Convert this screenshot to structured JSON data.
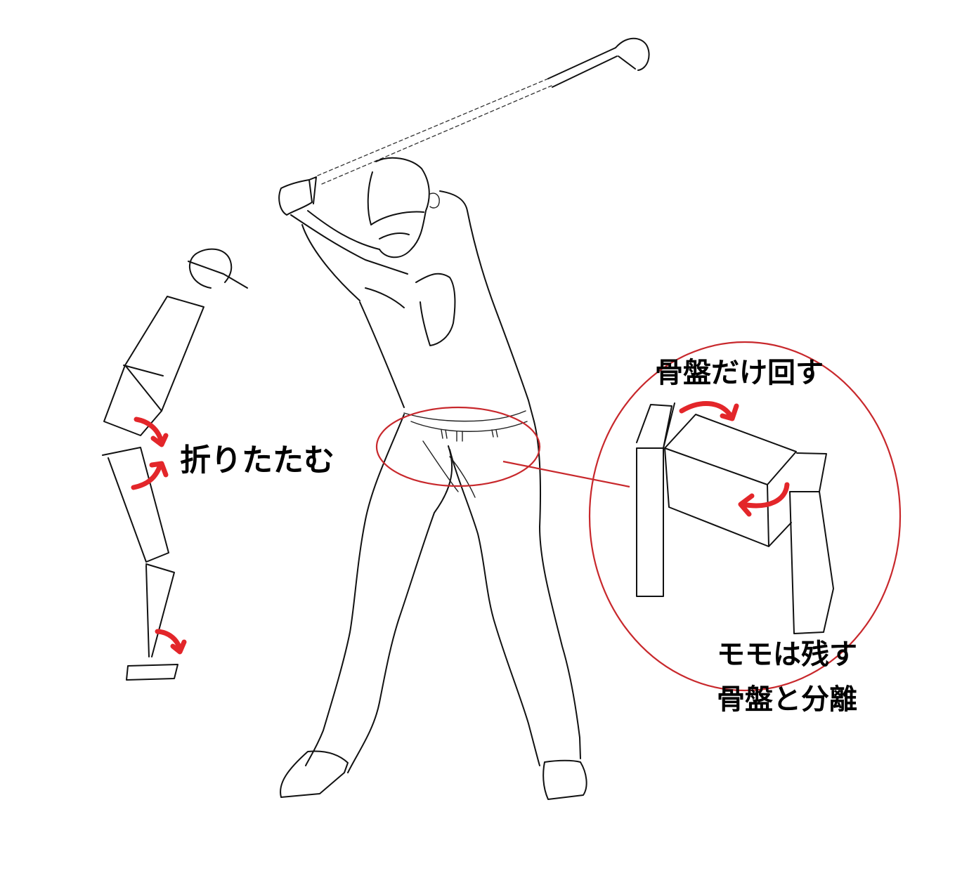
{
  "figure": {
    "type": "golf swing instructional sketch",
    "background": "#ffffff",
    "ink_color": "#111111",
    "annotation_color": "#e3262a",
    "circle_color": "#c8282c"
  },
  "labels": {
    "fold": "折りたたむ",
    "rotate_pelvis_only": "骨盤だけ回す",
    "keep_thighs": "モモは残す",
    "separate_from_pelvis": "骨盤と分離"
  },
  "elements": {
    "stick_figure": {
      "description": "side-view segmented stick figure folding at hip, knee and ankle",
      "arrows": [
        "hip-fold-arrow",
        "knee-fold-arrow",
        "ankle-fold-arrow"
      ]
    },
    "golfer": {
      "description": "line drawing of golfer at top of backswing, club raised over right shoulder"
    },
    "hip_highlight": {
      "shape": "ellipse",
      "description": "red ellipse around golfer's belt / pelvis"
    },
    "detail_circle": {
      "shape": "ellipse",
      "description": "enlarged pelvis block rotating between two thigh blocks",
      "arrows": [
        "pelvis-rotate-top-arrow",
        "pelvis-rotate-front-arrow"
      ]
    },
    "connector": {
      "description": "red line from hip ellipse to detail circle"
    }
  }
}
